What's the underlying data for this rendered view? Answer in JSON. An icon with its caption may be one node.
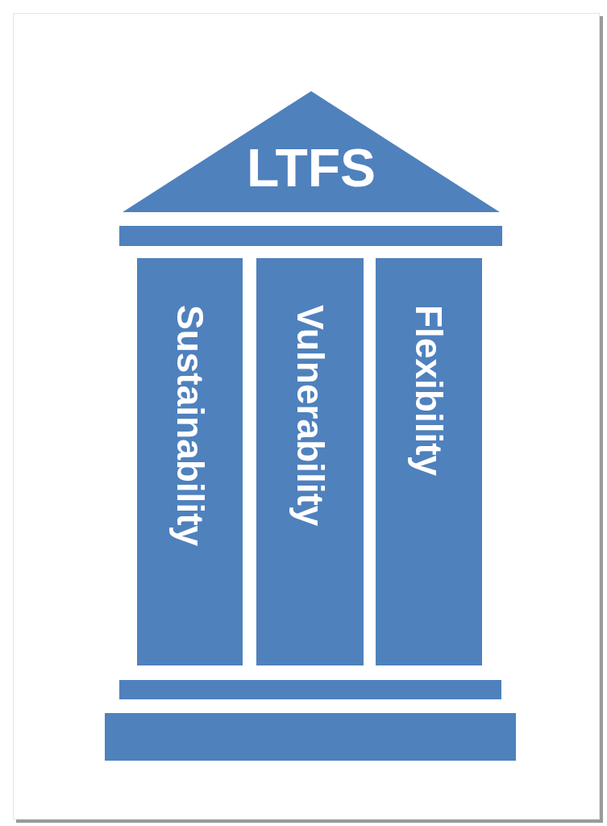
{
  "diagram": {
    "nodes": [
      {
        "text": [
          "LTFS"
        ]
      },
      {
        "text": [],
        "shape": "bar"
      },
      {
        "text": [
          "Sustainability"
        ]
      },
      {
        "text": [
          "Vulnerability"
        ]
      },
      {
        "text": [
          "Flexibility"
        ]
      },
      {
        "text": [],
        "shape": "bar"
      },
      {
        "text": [],
        "shape": "bar"
      }
    ]
  }
}
